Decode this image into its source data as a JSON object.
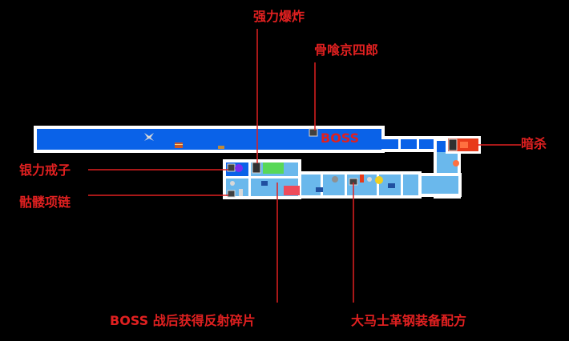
{
  "colors": {
    "background": "#000000",
    "corridor": "#0a62e8",
    "corridor_light": "#6ab8ec",
    "wall": "#ffffff",
    "annotation": "#e02020",
    "room_red": "#e83a1a",
    "room_green": "#58d858",
    "room_pink": "#ee4a5a"
  },
  "labels": {
    "strong_blast": "强力爆炸",
    "bone_kyoshiro": "骨喰京四郎",
    "boss_marker": "BOSS",
    "assassinate": "暗杀",
    "silver_ring": "银力戒子",
    "skull_necklace": "骷髅项链",
    "boss_reward": "BOSS 战后获得反射碎片",
    "damascus_recipe": "大马士革钢装备配方"
  },
  "icons": [
    "winged-enemy-icon",
    "treasure-chest-icon",
    "save-point-icon",
    "boss-terminal-icon",
    "door-icon",
    "orb-icon",
    "coin-icon",
    "npc-icon"
  ]
}
